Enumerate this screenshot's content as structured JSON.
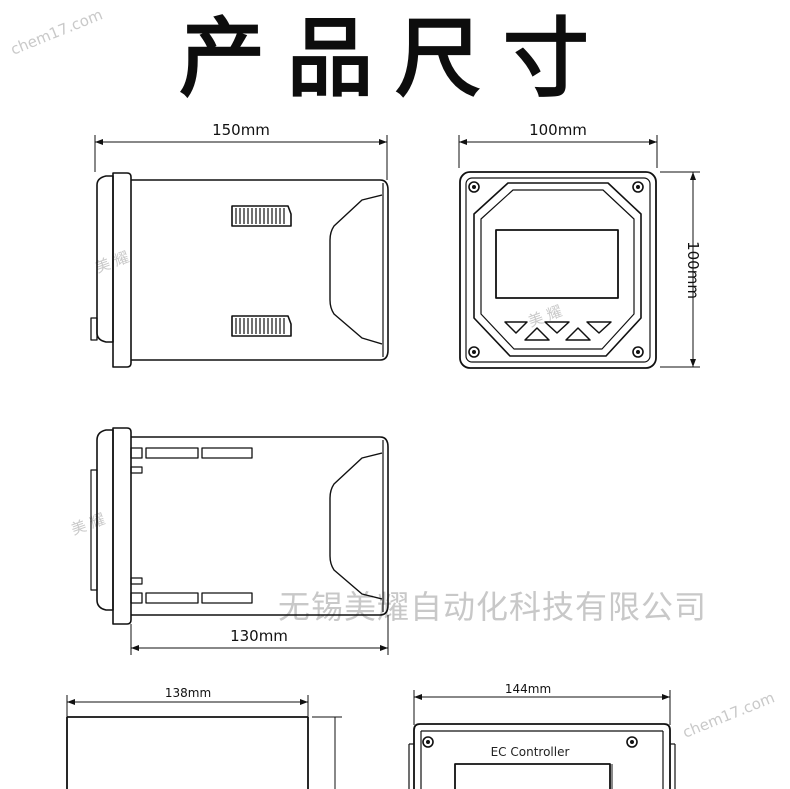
{
  "title": "产品尺寸",
  "company": "无锡美耀自动化科技有限公司",
  "watermarks": {
    "brand": "美 耀",
    "site": "chem17.com"
  },
  "dimensions": {
    "side_length": "150mm",
    "front_width": "100mm",
    "front_height": "100mm",
    "inner_length": "130mm",
    "cutout_width": "138mm",
    "panel_width": "144mm"
  },
  "panel_label": "EC Controller"
}
